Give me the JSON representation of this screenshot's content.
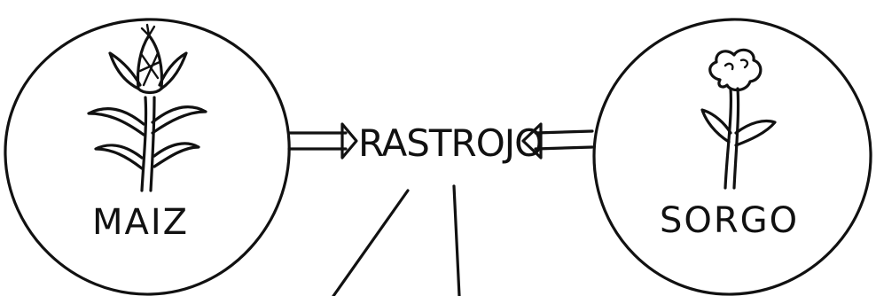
{
  "diagram": {
    "nodes": {
      "left": {
        "label": "MAIZ",
        "icon": "corn-plant-icon"
      },
      "right": {
        "label": "SORGO",
        "icon": "sorghum-plant-icon"
      },
      "center": {
        "label": "RASTROJO"
      }
    },
    "ink_color": "#111111",
    "background": "#ffffff"
  }
}
